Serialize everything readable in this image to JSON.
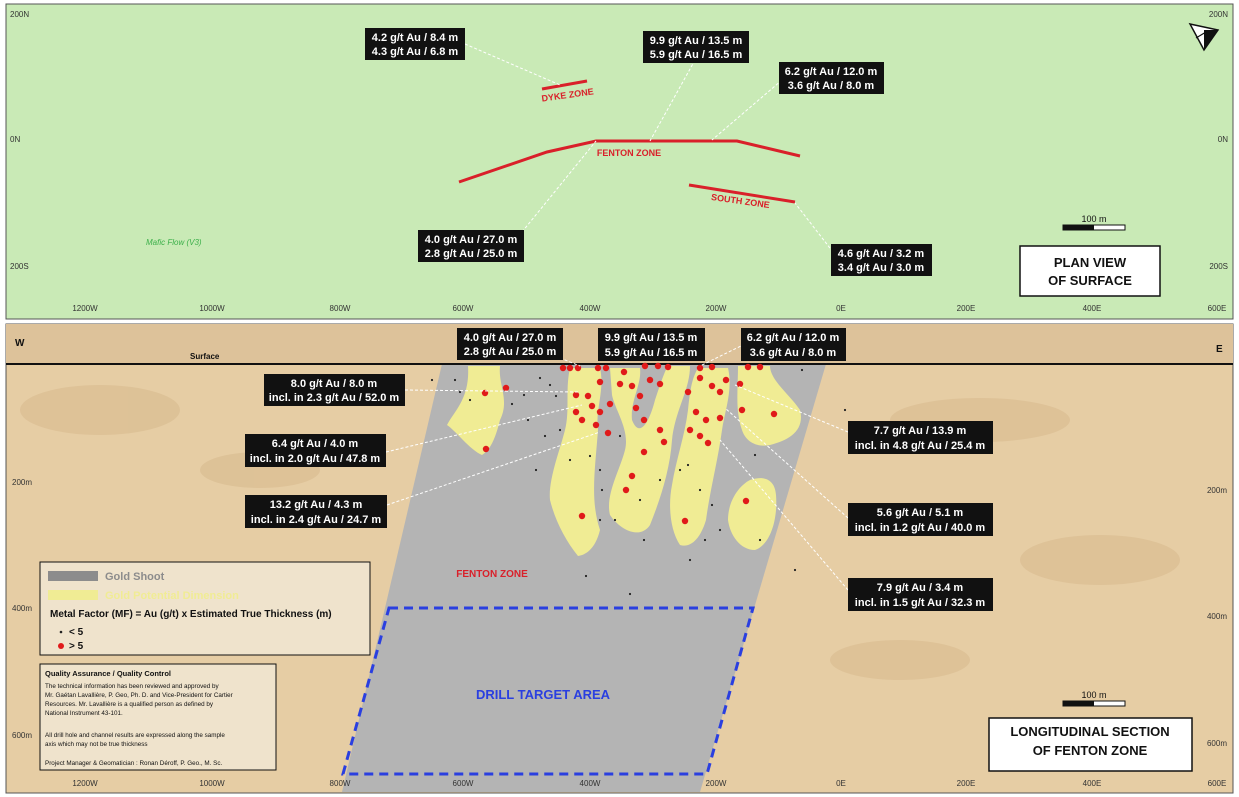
{
  "plan_view": {
    "title_line1": "PLAN VIEW",
    "title_line2": "OF SURFACE",
    "scale_label": "100 m",
    "rock_unit_label": "Mafic Flow (V3)",
    "north_arrow_icon": "north-arrow-icon",
    "y_ticks_left": [
      "200N",
      "0N",
      "200S"
    ],
    "y_ticks_right": [
      "200N",
      "0N",
      "200S"
    ],
    "x_ticks": [
      "1200W",
      "1000W",
      "800W",
      "600W",
      "400W",
      "200W",
      "0E",
      "200E",
      "400E",
      "600E"
    ],
    "zones": [
      "DYKE ZONE",
      "FENTON ZONE",
      "SOUTH ZONE"
    ],
    "callouts": [
      {
        "line1": "4.2 g/t Au / 8.4 m",
        "line2": "4.3 g/t Au / 6.8 m"
      },
      {
        "line1": "9.9 g/t Au / 13.5 m",
        "line2": "5.9 g/t Au / 16.5 m"
      },
      {
        "line1": "6.2 g/t Au / 12.0 m",
        "line2": "3.6 g/t Au / 8.0 m"
      },
      {
        "line1": "4.0 g/t Au / 27.0 m",
        "line2": "2.8 g/t Au / 25.0 m"
      },
      {
        "line1": "4.6 g/t Au / 3.2 m",
        "line2": "3.4 g/t Au / 3.0 m"
      }
    ],
    "colors": {
      "background": "#c9eab6",
      "zone_line": "#d9202a",
      "rock_unit_text": "#3cb04a"
    }
  },
  "long_section": {
    "title_line1": "LONGITUDINAL SECTION",
    "title_line2": "OF FENTON ZONE",
    "west_label": "W",
    "east_label": "E",
    "surface_label": "Surface",
    "scale_label": "100 m",
    "zone_label": "FENTON ZONE",
    "target_label": "DRILL TARGET AREA",
    "depth_ticks_left": [
      "200m",
      "400m",
      "600m"
    ],
    "depth_ticks_right": [
      "200m",
      "400m",
      "600m"
    ],
    "x_ticks": [
      "1200W",
      "1000W",
      "800W",
      "600W",
      "400W",
      "200W",
      "0E",
      "200E",
      "400E",
      "600E"
    ],
    "callouts_top": [
      {
        "line1": "4.0 g/t Au / 27.0 m",
        "line2": "2.8 g/t Au / 25.0 m"
      },
      {
        "line1": "9.9 g/t Au / 13.5 m",
        "line2": "5.9 g/t Au / 16.5 m"
      },
      {
        "line1": "6.2 g/t Au / 12.0 m",
        "line2": "3.6 g/t Au / 8.0 m"
      }
    ],
    "callouts_left": [
      {
        "line1": "8.0 g/t Au / 8.0 m",
        "line2": "incl. in 2.3 g/t Au / 52.0 m"
      },
      {
        "line1": "6.4 g/t Au / 4.0 m",
        "line2": "incl. in 2.0 g/t Au / 47.8 m"
      },
      {
        "line1": "13.2 g/t Au / 4.3 m",
        "line2": "incl. in 2.4 g/t Au / 24.7 m"
      }
    ],
    "callouts_right": [
      {
        "line1": "7.7 g/t Au / 13.9 m",
        "line2": "incl. in 4.8 g/t Au / 25.4 m"
      },
      {
        "line1": "5.6 g/t Au / 5.1 m",
        "line2": "incl. in 1.2 g/t Au / 40.0 m"
      },
      {
        "line1": "7.9 g/t Au / 3.4 m",
        "line2": "incl. in 1.5 g/t Au / 32.3 m"
      }
    ],
    "colors": {
      "background": "#e6cda4",
      "gold_shoot": "#b4b4b4",
      "gold_potential": "#f0ec94",
      "target_outline": "#2a3fe0",
      "hole_high": "#e01a1a",
      "hole_low": "#222222"
    }
  },
  "legend": {
    "gold_shoot": "Gold Shoot",
    "gold_potential": "Gold Potential Dimension",
    "metal_factor": "Metal Factor (MF) = Au (g/t) x Estimated True Thickness (m)",
    "low_label": "< 5",
    "high_label": "> 5"
  },
  "qaqc": {
    "title": "Quality Assurance / Quality Control",
    "lines": [
      "The technical information has been reviewed and approved by",
      "Mr. Gaétan Lavallière, P. Geo, Ph. D. and Vice-President for Cartier",
      "Resources. Mr. Lavallière is a qualified person as defined by",
      "National Instrument 43-101.",
      "",
      "All drill hole and channel results are expressed along the sample",
      "axis which may not be true thickness",
      "",
      "Project Manager & Geomatician : Ronan Déroff, P. Geo., M. Sc."
    ]
  }
}
